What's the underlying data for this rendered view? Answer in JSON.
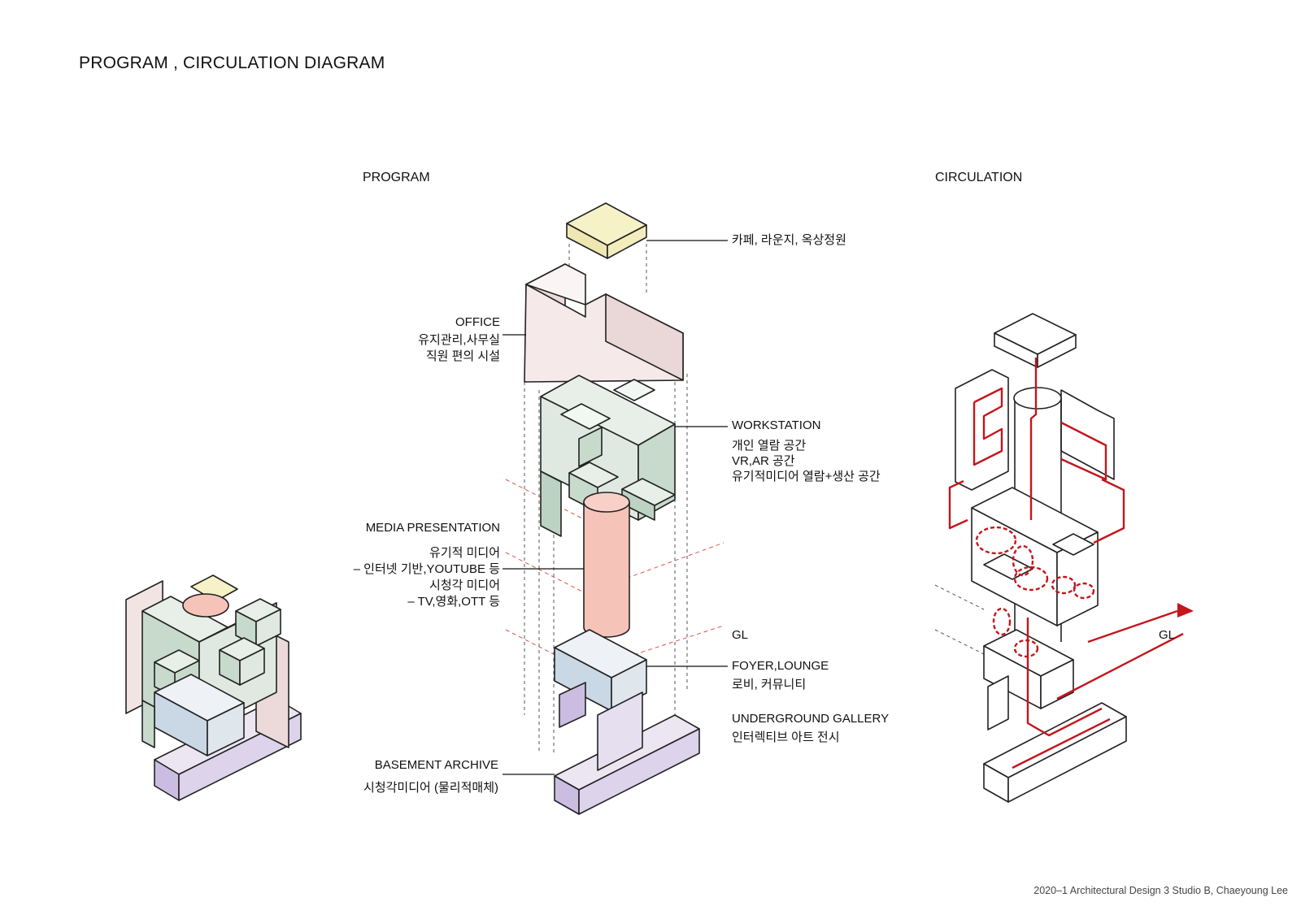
{
  "title": "PROGRAM , CIRCULATION DIAGRAM",
  "sections": {
    "program": "PROGRAM",
    "circulation": "CIRCULATION"
  },
  "labels": {
    "cafe": "카페, 라운지, 옥상정원",
    "office_title": "OFFICE",
    "office_line1": "유지관리,사무실",
    "office_line2": "직원 편의 시설",
    "workstation_title": "WORKSTATION",
    "workstation_line1": "개인 열람 공간",
    "workstation_line2": "VR,AR 공간",
    "workstation_line3": "유기적미디어 열람+생산 공간",
    "media_title": "MEDIA PRESENTATION",
    "media_line1": "유기적 미디어",
    "media_line2": "– 인터넷 기반,YOUTUBE 등",
    "media_line3": "시청각 미디어",
    "media_line4": "– TV,영화,OTT 등",
    "gl_program": "GL",
    "foyer_title": "FOYER,LOUNGE",
    "foyer_line1": "로비, 커뮤니티",
    "underground_title": "UNDERGROUND GALLERY",
    "underground_line1": "인터렉티브 아트 전시",
    "basement_title": "BASEMENT ARCHIVE",
    "basement_line1": "시청각미디어 (물리적매체)",
    "gl_circulation": "GL"
  },
  "footer": "2020–1 Architectural Design 3 Studio B, Chaeyoung Lee",
  "colors": {
    "cafe": "#f6f1c6",
    "office": "#f3e4e4",
    "workstation": "#dfe9e1",
    "workstation_dark": "#bcd3c3",
    "media": "#f6c3b9",
    "foyer": "#dfe6ec",
    "gallery": "#e6dff0",
    "gallery_dark": "#cbbde2",
    "circulation_red": "#c4161c",
    "guide_red": "#d9534f"
  }
}
